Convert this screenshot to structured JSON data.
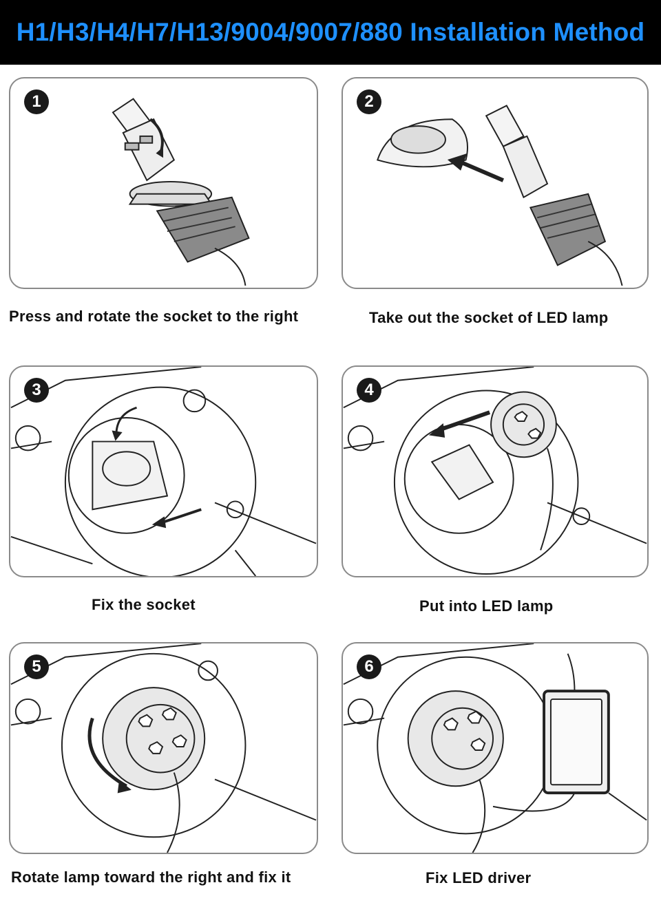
{
  "header": {
    "title": "H1/H3/H4/H7/H13/9004/9007/880 Installation Method",
    "text_color": "#1e90ff",
    "background": "#000000"
  },
  "steps": [
    {
      "number": "1",
      "caption": "Press and rotate the socket to the right",
      "icon": "bulb-rotate-socket-illustration"
    },
    {
      "number": "2",
      "caption": "Take out the socket of LED lamp",
      "icon": "remove-socket-illustration"
    },
    {
      "number": "3",
      "caption": "Fix the socket",
      "icon": "headlight-socket-illustration"
    },
    {
      "number": "4",
      "caption": "Put into LED lamp",
      "icon": "insert-led-lamp-illustration"
    },
    {
      "number": "5",
      "caption": "Rotate lamp toward the right and fix it",
      "icon": "rotate-lamp-illustration"
    },
    {
      "number": "6",
      "caption": "Fix LED driver",
      "icon": "led-driver-illustration"
    }
  ]
}
